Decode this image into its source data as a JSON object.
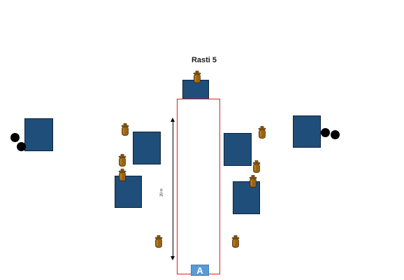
{
  "diagram": {
    "title": "Rasti 5",
    "distance_label": "20 m",
    "start_label": "A",
    "colors": {
      "target_box": "#1f4e7a",
      "lane_border": "#e02020",
      "start_marker": "#5b9bd5",
      "bottle": "#9a6414",
      "plate": "#000000"
    },
    "icons": {
      "target": "square-target-icon",
      "bottle": "bottle-icon",
      "plate": "round-plate-icon"
    }
  }
}
